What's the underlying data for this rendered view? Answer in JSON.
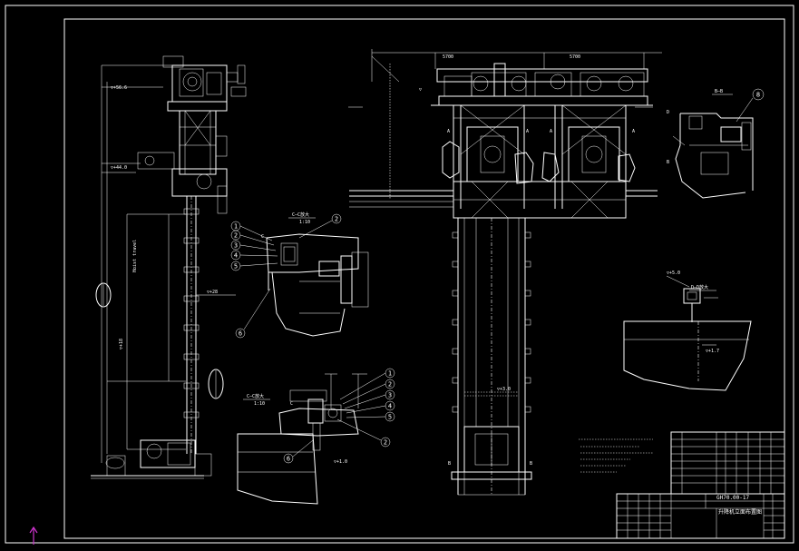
{
  "drawing": {
    "callouts_c1": [
      "1",
      "2",
      "3",
      "4",
      "5"
    ],
    "callout_c1_right": "2",
    "callout_c1_bottom": "6",
    "callouts_c2": [
      "1",
      "2",
      "3",
      "4",
      "5"
    ],
    "callout_c2_right": "2",
    "callout_c2_bottom": "6",
    "callout_a": "8",
    "section_marks": {
      "a": "A",
      "b": "B",
      "c": "C",
      "d": "D"
    }
  },
  "title_block": {
    "drawing_number": "GH70.00-17",
    "drawing_title": "升降机立面布置图"
  },
  "colors": {
    "background": "#000000",
    "lines": "#ffffff",
    "ucs_icon": "#cc33cc"
  },
  "icons": {
    "ucs": "ucs-arrow-icon"
  }
}
